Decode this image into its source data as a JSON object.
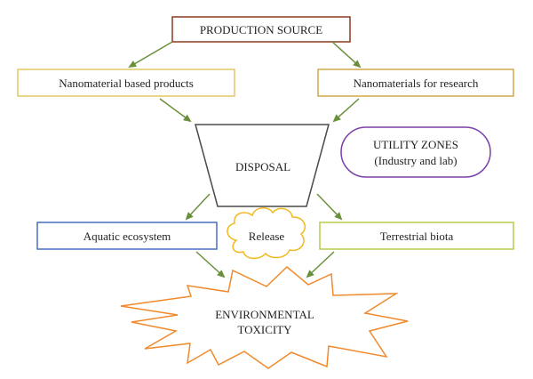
{
  "nodes": {
    "production_source": "PRODUCTION SOURCE",
    "nanomaterial_products": "Nanomaterial based products",
    "nanomaterials_research": "Nanomaterials for research",
    "disposal": "DISPOSAL",
    "utility_zones_line1": "UTILITY ZONES",
    "utility_zones_line2": "(Industry and lab)",
    "aquatic": "Aquatic ecosystem",
    "release": "Release",
    "terrestrial": "Terrestrial biota",
    "toxicity_line1": "ENVIRONMENTAL",
    "toxicity_line2": "TOXICITY"
  },
  "colors": {
    "production_border": "#8b3a1e",
    "products_border": "#e3c766",
    "research_border": "#d4a94a",
    "disposal_border": "#4a4a4a",
    "utility_border": "#7a3fa8",
    "aquatic_border": "#4a6fc0",
    "release_border": "#f2b820",
    "terrestrial_border": "#b8c94a",
    "toxicity_border": "#f08a2c",
    "arrow": "#6a8f3a"
  }
}
